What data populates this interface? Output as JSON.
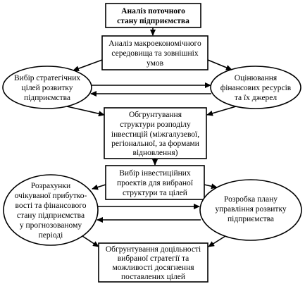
{
  "nodes": {
    "n1": {
      "lines": [
        "Аналіз поточного",
        "стану підприємства"
      ]
    },
    "n2": {
      "lines": [
        "Аналіз макроекономічного",
        "середовища та зовнішніх",
        "умов"
      ]
    },
    "n3": {
      "lines": [
        "Вибір стратегічних",
        "цілей розвитку",
        "підприємства"
      ]
    },
    "n4": {
      "lines": [
        "Оцінювання",
        "фінансових ресурсів",
        "та їх джерел"
      ]
    },
    "n5": {
      "lines": [
        "Обгрунтування",
        "структури розподілу",
        "інвестицій (міжгалузевої,",
        "регіональної, за формами",
        "відновлення)"
      ]
    },
    "n6": {
      "lines": [
        "Вибір інвестиційних",
        "проектів для вибраної",
        "структури та цілей"
      ]
    },
    "n7": {
      "lines": [
        "Розрахунки",
        "очікуваної прибутко-",
        "вості та фінансового",
        "стану підприємства",
        "у прогнозованому",
        "періоді"
      ]
    },
    "n8": {
      "lines": [
        "Розробка плану",
        "управління розвитку",
        "підприємства"
      ]
    },
    "n9": {
      "lines": [
        "Обгрунтування доцільності",
        "вибраної стратегії та",
        "можливості досягнення",
        "поставлених цілей"
      ]
    }
  }
}
